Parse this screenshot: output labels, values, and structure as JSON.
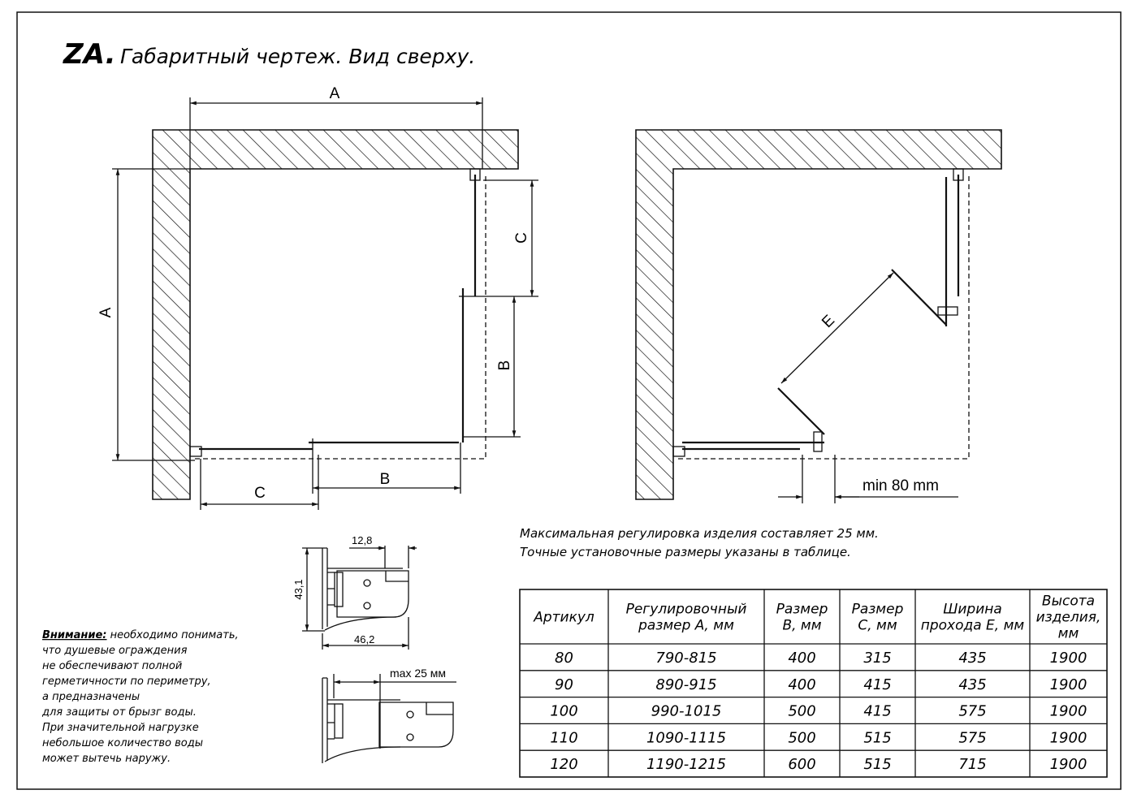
{
  "title": {
    "code": "ZA.",
    "text": "Габаритный чертеж. Вид сверху."
  },
  "left_drawing": {
    "dim_a_top": "A",
    "dim_a_left": "A",
    "dim_c_right": "C",
    "dim_b_right": "B",
    "dim_b_bottom": "B",
    "dim_c_bottom": "C"
  },
  "right_drawing": {
    "dim_e": "E",
    "min_label": "min 80 mm"
  },
  "profile": {
    "dim_width_top": "12,8",
    "dim_height": "43,1",
    "dim_width": "46,2",
    "max_adjust": "max 25 мм"
  },
  "notes": {
    "line1": "Максимальная регулировка изделия составляет 25 мм.",
    "line2": "Точные установочные размеры указаны в таблице."
  },
  "warning": {
    "label": "Внимание:",
    "lines": [
      " необходимо понимать,",
      "что душевые ограждения",
      "не обеспечивают полной",
      "герметичности по периметру,",
      "а предназначены",
      "для защиты от брызг воды.",
      "При значительной нагрузке",
      "небольшое количество воды",
      "может вытечь наружу."
    ]
  },
  "table": {
    "headers": [
      [
        "Артикул"
      ],
      [
        "Регулировочный",
        "размер А, мм"
      ],
      [
        "Размер",
        "В, мм"
      ],
      [
        "Размер",
        "С, мм"
      ],
      [
        "Ширина",
        "прохода Е, мм"
      ],
      [
        "Высота",
        "изделия,",
        "мм"
      ]
    ],
    "rows": [
      [
        "80",
        "790-815",
        "400",
        "315",
        "435",
        "1900"
      ],
      [
        "90",
        "890-915",
        "400",
        "415",
        "435",
        "1900"
      ],
      [
        "100",
        "990-1015",
        "500",
        "415",
        "575",
        "1900"
      ],
      [
        "110",
        "1090-1115",
        "500",
        "515",
        "575",
        "1900"
      ],
      [
        "120",
        "1190-1215",
        "600",
        "515",
        "715",
        "1900"
      ]
    ]
  }
}
